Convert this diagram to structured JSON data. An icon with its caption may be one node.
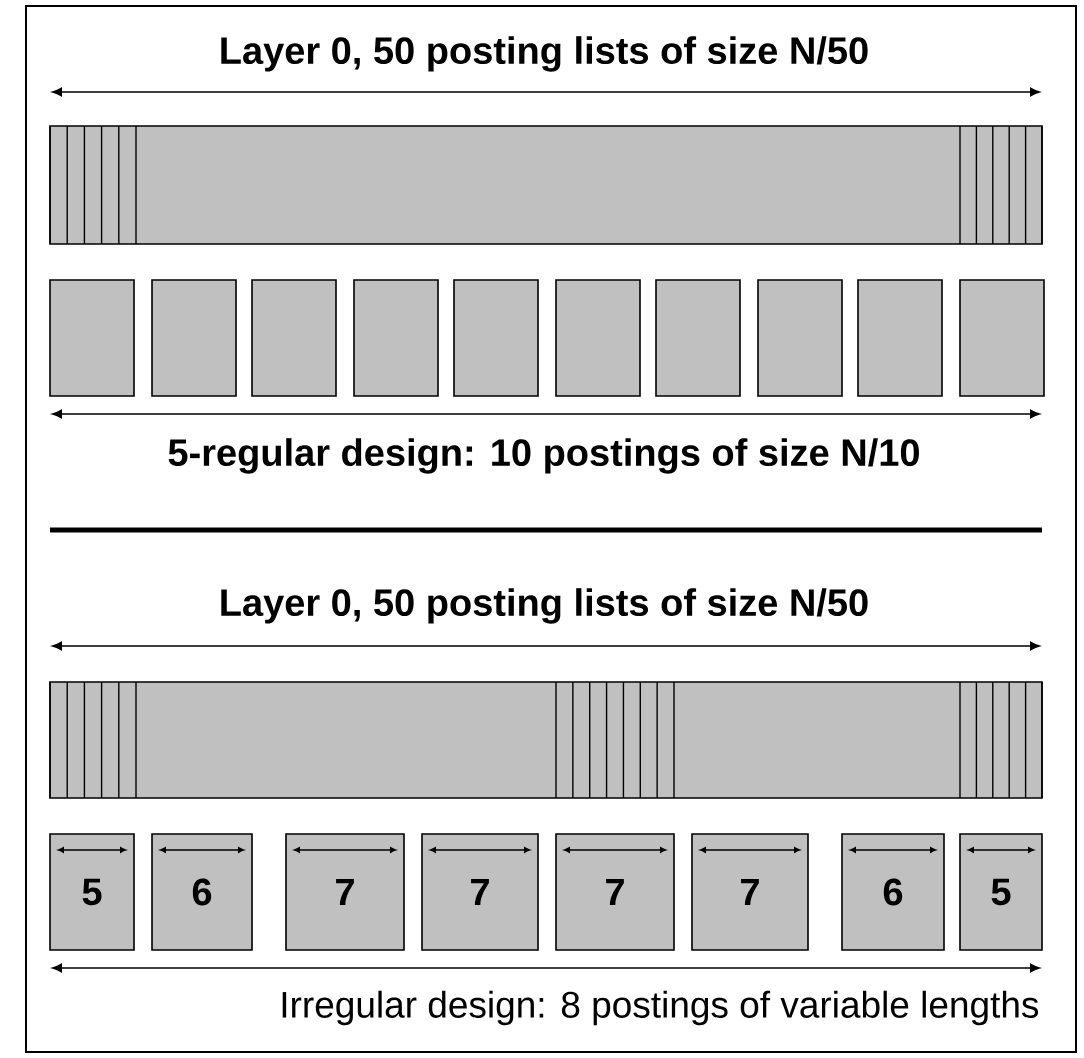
{
  "diagram": {
    "nodes": [
      {
        "text": [],
        "shape": "bar"
      },
      {
        "text": [],
        "shape": "box"
      },
      {
        "text": [],
        "shape": "box"
      },
      {
        "text": [],
        "shape": "box"
      },
      {
        "text": [],
        "shape": "box"
      },
      {
        "text": [],
        "shape": "box"
      },
      {
        "text": [],
        "shape": "box"
      },
      {
        "text": [],
        "shape": "box"
      },
      {
        "text": [],
        "shape": "box"
      },
      {
        "text": [],
        "shape": "box"
      },
      {
        "text": [],
        "shape": "box"
      },
      {
        "text": [],
        "shape": "bar"
      },
      {
        "text": [
          "5"
        ]
      },
      {
        "text": [
          "6"
        ]
      },
      {
        "text": [
          "7"
        ]
      },
      {
        "text": [
          "7"
        ]
      },
      {
        "text": [
          "7"
        ]
      },
      {
        "text": [
          "7"
        ]
      },
      {
        "text": [
          "6"
        ]
      },
      {
        "text": [
          "5"
        ]
      }
    ],
    "labels": [
      "Layer 0, 50 posting lists of size N/50",
      "5-regular design: 10 postings of size N/10",
      "Layer 0, 50 posting lists of size N/50",
      "Irregular design: 8 postings of variable lengths"
    ]
  }
}
